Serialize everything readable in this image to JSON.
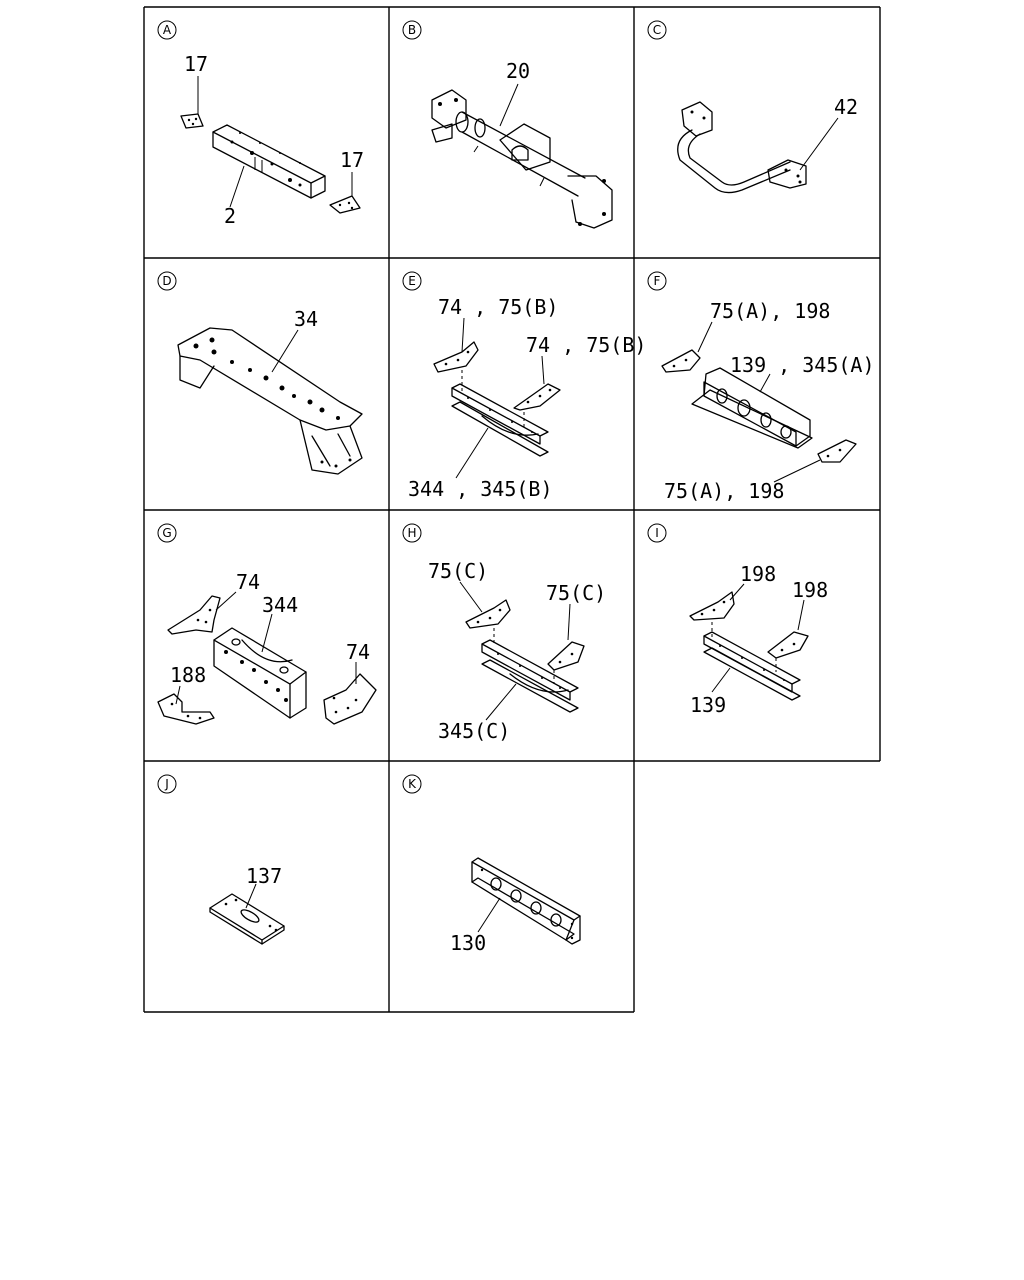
{
  "panels": [
    {
      "letter": "A",
      "callouts": [
        "17",
        "17",
        "2"
      ]
    },
    {
      "letter": "B",
      "callouts": [
        "20"
      ]
    },
    {
      "letter": "C",
      "callouts": [
        "42"
      ]
    },
    {
      "letter": "D",
      "callouts": [
        "34"
      ]
    },
    {
      "letter": "E",
      "callouts": [
        "74 , 75(B)",
        "74 , 75(B)",
        "344 , 345(B)"
      ]
    },
    {
      "letter": "F",
      "callouts": [
        "75(A), 198",
        "139 , 345(A)",
        "75(A), 198"
      ]
    },
    {
      "letter": "G",
      "callouts": [
        "74",
        "344",
        "74",
        "188"
      ]
    },
    {
      "letter": "H",
      "callouts": [
        "75(C)",
        "75(C)",
        "345(C)"
      ]
    },
    {
      "letter": "I",
      "callouts": [
        "198",
        "198",
        "139"
      ]
    },
    {
      "letter": "J",
      "callouts": [
        "137"
      ]
    },
    {
      "letter": "K",
      "callouts": [
        "130"
      ]
    }
  ]
}
